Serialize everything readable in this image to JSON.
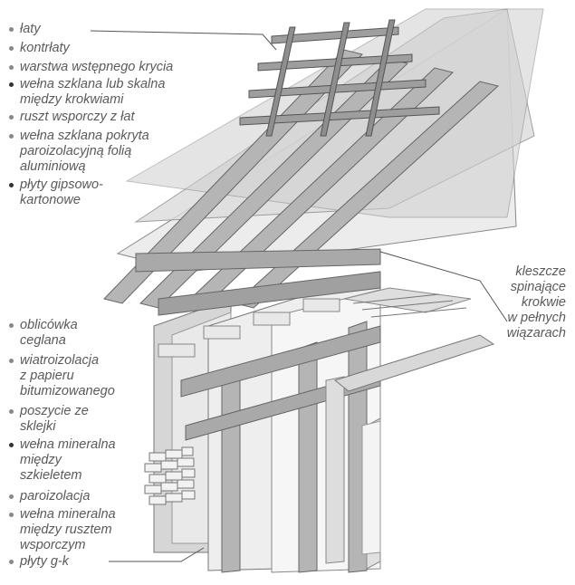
{
  "labels_top": [
    {
      "text": "łaty"
    },
    {
      "text": "kontrłaty"
    },
    {
      "text": "warstwa wstępnego krycia"
    },
    {
      "text": "wełna szklana lub skalna\nmiędzy krokwiami"
    },
    {
      "text": "ruszt wsporczy z łat"
    },
    {
      "text": "wełna szklana pokryta\nparoizolacyjną folią\naluminiową"
    },
    {
      "text": "płyty gipsowo-\nkartonowe"
    }
  ],
  "label_right": {
    "text": "kleszcze\nspinające\nkrokwie\nw pełnych\nwiązarach"
  },
  "labels_bottom": [
    {
      "text": "oblicówka\nceglana"
    },
    {
      "text": "wiatroizolacja\nz papieru\nbitumizowanego"
    },
    {
      "text": "poszycie ze\nsklejki"
    },
    {
      "text": "wełna mineralna\nmiędzy\nszkieletem"
    },
    {
      "text": "paroizolacja"
    },
    {
      "text": "wełna mineralna\nmiędzy rusztem\nwsporczym"
    },
    {
      "text": "płyty g-k"
    }
  ],
  "colors": {
    "timber": "#b5b5b5",
    "timber_dark": "#8e8e8e",
    "insulation": "#e6e6e6",
    "membrane": "#9a9a9a",
    "line": "#555555"
  }
}
